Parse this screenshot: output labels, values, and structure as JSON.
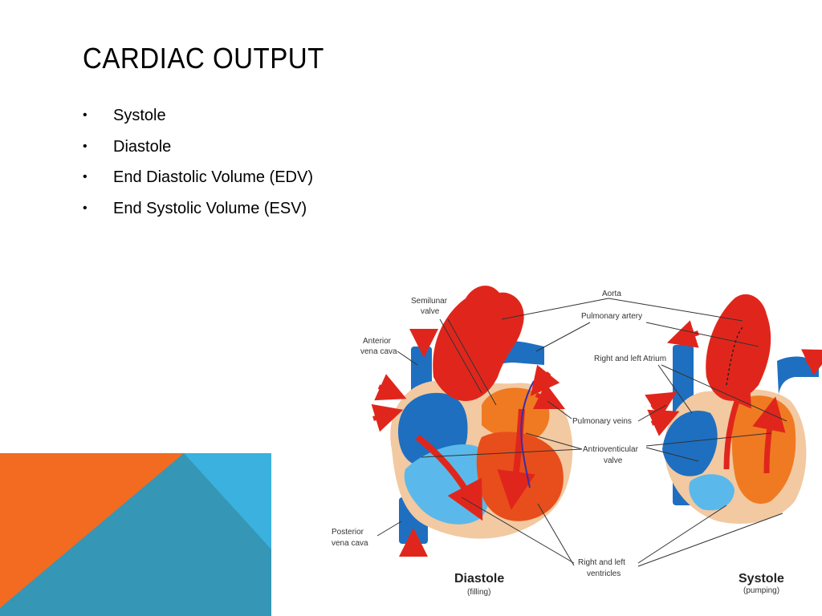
{
  "slide": {
    "title": "CARDIAC OUTPUT",
    "bullets": [
      "Systole",
      "Diastole",
      "End Diastolic Volume (EDV)",
      "End Systolic Volume (ESV)"
    ],
    "bullet_glyph": "•"
  },
  "figure": {
    "labels": {
      "aorta": "Aorta",
      "semilunar_line1": "Semilunar",
      "semilunar_line2": "valve",
      "pulmonary_artery": "Pulmonary artery",
      "anterior_line1": "Anterior",
      "anterior_line2": "vena cava",
      "atrium": "Right and left Atrium",
      "pulmonary_veins": "Pulmonary veins",
      "av_line1": "Antrioventicular",
      "av_line2": "valve",
      "posterior_line1": "Posterior",
      "posterior_line2": "vena cava",
      "ventricles_line1": "Right and left",
      "ventricles_line2": "ventricles",
      "diastole": "Diastole",
      "diastole_sub": "(filling)",
      "systole": "Systole",
      "systole_sub": "(pumping)"
    }
  },
  "colors": {
    "orange_accent": "#F26B21",
    "blue_accent": "#3BB1DF",
    "teal_accent": "#3596B5",
    "artery_red": "#E0261C",
    "vein_blue": "#1E6FC0",
    "chamber_blue": "#5AB9EA",
    "chamber_orange": "#F07A22"
  }
}
